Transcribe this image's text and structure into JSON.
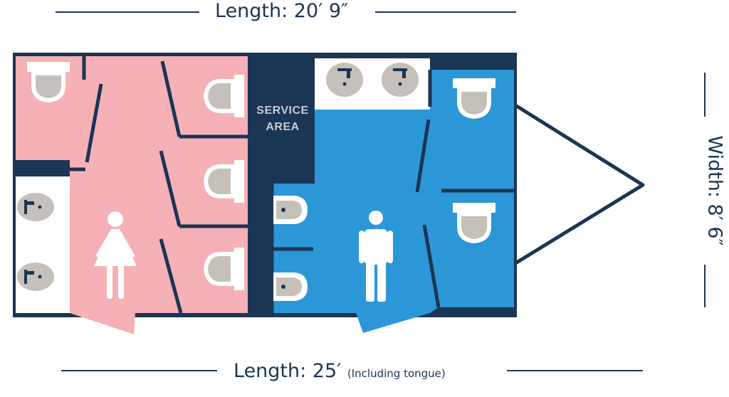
{
  "dimensions": {
    "top": "Length: 20′ 9″",
    "bottom": "Length: 25′",
    "bottom_note": "(Including tongue)",
    "right": "Width: 8′ 6″"
  },
  "service_area": {
    "line1": "SERVICE",
    "line2": "AREA"
  },
  "colors": {
    "navy": "#1b3554",
    "womens": "#f5b1b5",
    "mens": "#2b97d7",
    "fixture": "#c5c0b9",
    "white": "#ffffff"
  },
  "icons": [
    "female-icon",
    "male-icon",
    "toilet-icon",
    "sink-icon",
    "urinal-icon"
  ]
}
